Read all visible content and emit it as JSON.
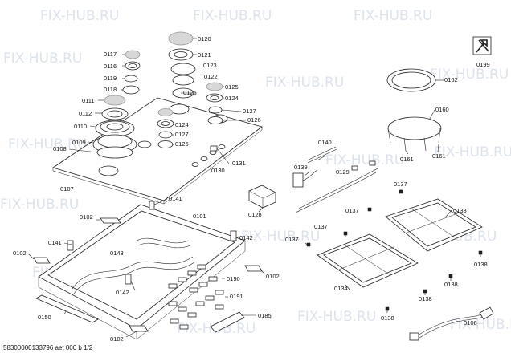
{
  "watermark": "FIX-HUB.RU",
  "footer": "58300000133796 aet 000 b 1/2",
  "labels": {
    "l0117": "0117",
    "l0116": "0116",
    "l0119": "0119",
    "l0118": "0118",
    "l0111": "0111",
    "l0112": "0112",
    "l0110": "0110",
    "l0109": "0109",
    "l0108": "0108",
    "l0107": "0107",
    "l0120": "0120",
    "l0121": "0121",
    "l0123": "0123",
    "l0122": "0122",
    "l0125a": "0125",
    "l0125b": "0125",
    "l0124a": "0124",
    "l0127a": "0127",
    "l0126a": "0126",
    "l0124b": "0124",
    "l0127b": "0127",
    "l0126b": "0126",
    "l0131": "0131",
    "l0130": "0130",
    "l0141a": "0141",
    "l0101": "0101",
    "l0102a": "0102",
    "l0141b": "0141",
    "l0102b": "0102",
    "l0143": "0143",
    "l0142a": "0142",
    "l0142b": "0142",
    "l0102c": "0102",
    "l0190": "0190",
    "l0191": "0191",
    "l0150": "0150",
    "l0185": "0185",
    "l0102d": "0102",
    "l0140": "0140",
    "l0139": "0139",
    "l0129": "0129",
    "l0128": "0128",
    "l0162": "0162",
    "l0160": "0160",
    "l0161a": "0161",
    "l0161b": "0161",
    "l0199": "0199",
    "l0137a": "0137",
    "l0137b": "0137",
    "l0137c": "0137",
    "l0137d": "0137",
    "l0133": "0133",
    "l0134": "0134",
    "l0138a": "0138",
    "l0138b": "0138",
    "l0138c": "0138",
    "l0138d": "0138",
    "l0106": "0106"
  },
  "colors": {
    "mesh": "#d7d7d7",
    "watermark": "#dde3ec",
    "line": "#222222"
  },
  "icons": {
    "tool": "wrench-screwdriver-icon"
  }
}
